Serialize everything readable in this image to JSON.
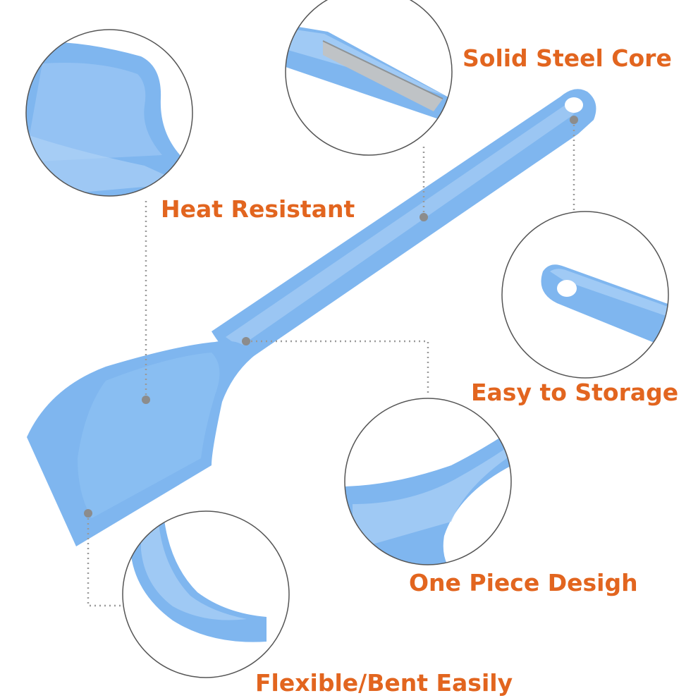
{
  "colors": {
    "label": "#e2651f",
    "spatula": "#7fb6ef",
    "spatula_light": "#b7d7f7",
    "spatula_dark": "#5f9fe4",
    "steel": "#bfc3c6",
    "leader_line": "#9a9a9a",
    "circle_border": "#555555"
  },
  "features": {
    "solid_steel_core": "Solid Steel Core",
    "heat_resistant": "Heat Resistant",
    "easy_storage": "Easy to Storage",
    "one_piece": "One Piece Desigh",
    "flexible": "Flexible/Bent Easily"
  }
}
